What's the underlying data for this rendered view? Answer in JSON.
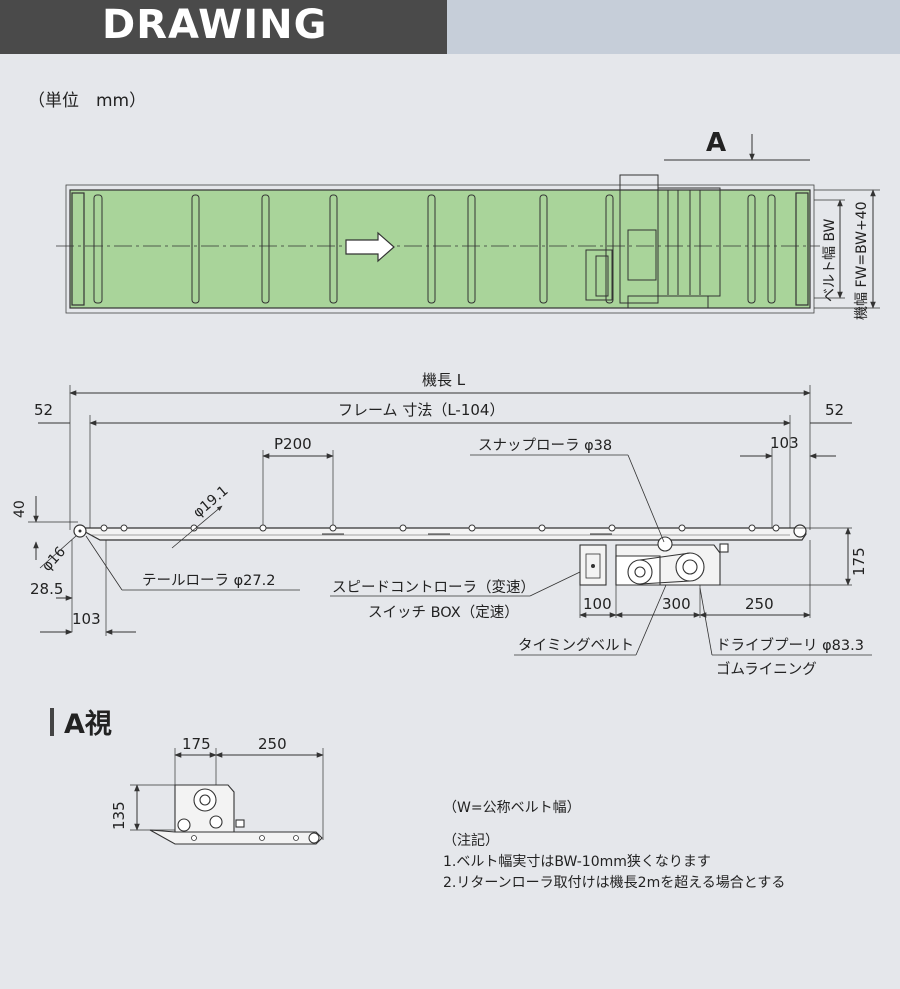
{
  "header": {
    "title": "DRAWING"
  },
  "unit": "（単位　mm）",
  "top_view": {
    "view_marker": "A",
    "dims": {
      "belt_width": "ベルト幅 BW",
      "frame_width": "機幅 FW=BW+40"
    }
  },
  "side_view": {
    "dims": {
      "machine_length": "機長 L",
      "frame_length": "フレーム 寸法（L-104）",
      "left_offset": "52",
      "right_offset": "52",
      "pitch": "P200",
      "right_103": "103",
      "height_40": "40",
      "phi16": "φ16",
      "dim_28_5": "28.5",
      "bottom_103": "103",
      "phi19_1": "φ19.1",
      "height_175": "175",
      "dim_100": "100",
      "dim_300": "300",
      "dim_250": "250"
    },
    "labels": {
      "snap_roller": "スナップローラ φ38",
      "tail_roller": "テールローラ φ27.2",
      "speed_controller": "スピードコントローラ（変速）",
      "switch_box": "スイッチ BOX（定速）",
      "timing_belt": "タイミングベルト",
      "drive_pulley": "ドライブプーリ φ83.3",
      "rubber_lining": "ゴムライニング"
    }
  },
  "a_view": {
    "title": "A視",
    "dims": {
      "w175": "175",
      "w250": "250",
      "h135": "135"
    }
  },
  "notes": {
    "w_def": "（W=公称ベルト幅）",
    "heading": "（注記）",
    "line1": "1.ベルト幅実寸はBW-10mm狭くなります",
    "line2": "2.リターンローラ取付けは機長2mを超える場合とする"
  },
  "colors": {
    "belt": "#a9d49a",
    "header_dark": "#4a4a4a",
    "header_light": "#c6ced9",
    "background": "#e5e7eb"
  }
}
